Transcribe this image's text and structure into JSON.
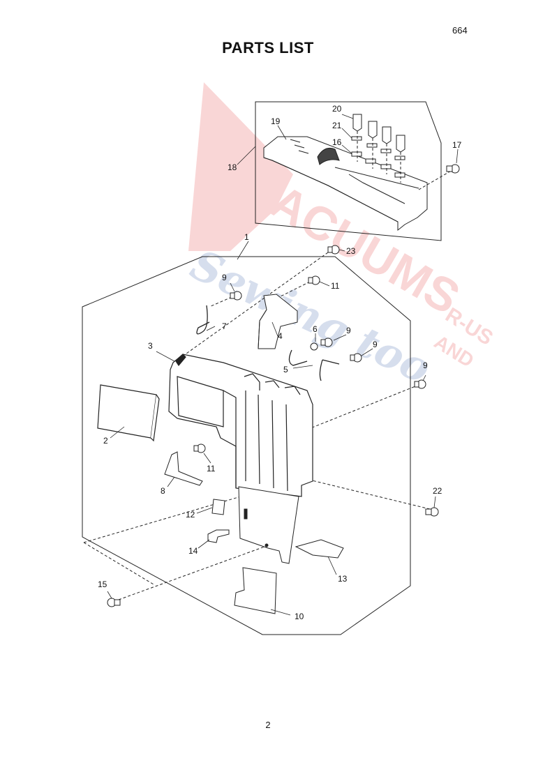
{
  "header": {
    "model_number": "664",
    "title": "PARTS LIST"
  },
  "footer": {
    "page_number": "2"
  },
  "watermark": {
    "line1": "VACUUMS",
    "line2": "Sewing too",
    "suffix_a": "R-US",
    "suffix_b": "AND",
    "colors": {
      "red": "#e8484b",
      "blue": "#4a6db0"
    }
  },
  "callouts": {
    "c1": "1",
    "c2": "2",
    "c3": "3",
    "c4": "4",
    "c5": "5",
    "c6": "6",
    "c7": "7",
    "c8": "8",
    "c9a": "9",
    "c9b": "9",
    "c9c": "9",
    "c9d": "9",
    "c10": "10",
    "c11a": "11",
    "c11b": "11",
    "c12": "12",
    "c13": "13",
    "c14": "14",
    "c15": "15",
    "c16": "16",
    "c17": "17",
    "c18": "18",
    "c19": "19",
    "c20": "20",
    "c21": "21",
    "c22": "22",
    "c23": "23"
  }
}
